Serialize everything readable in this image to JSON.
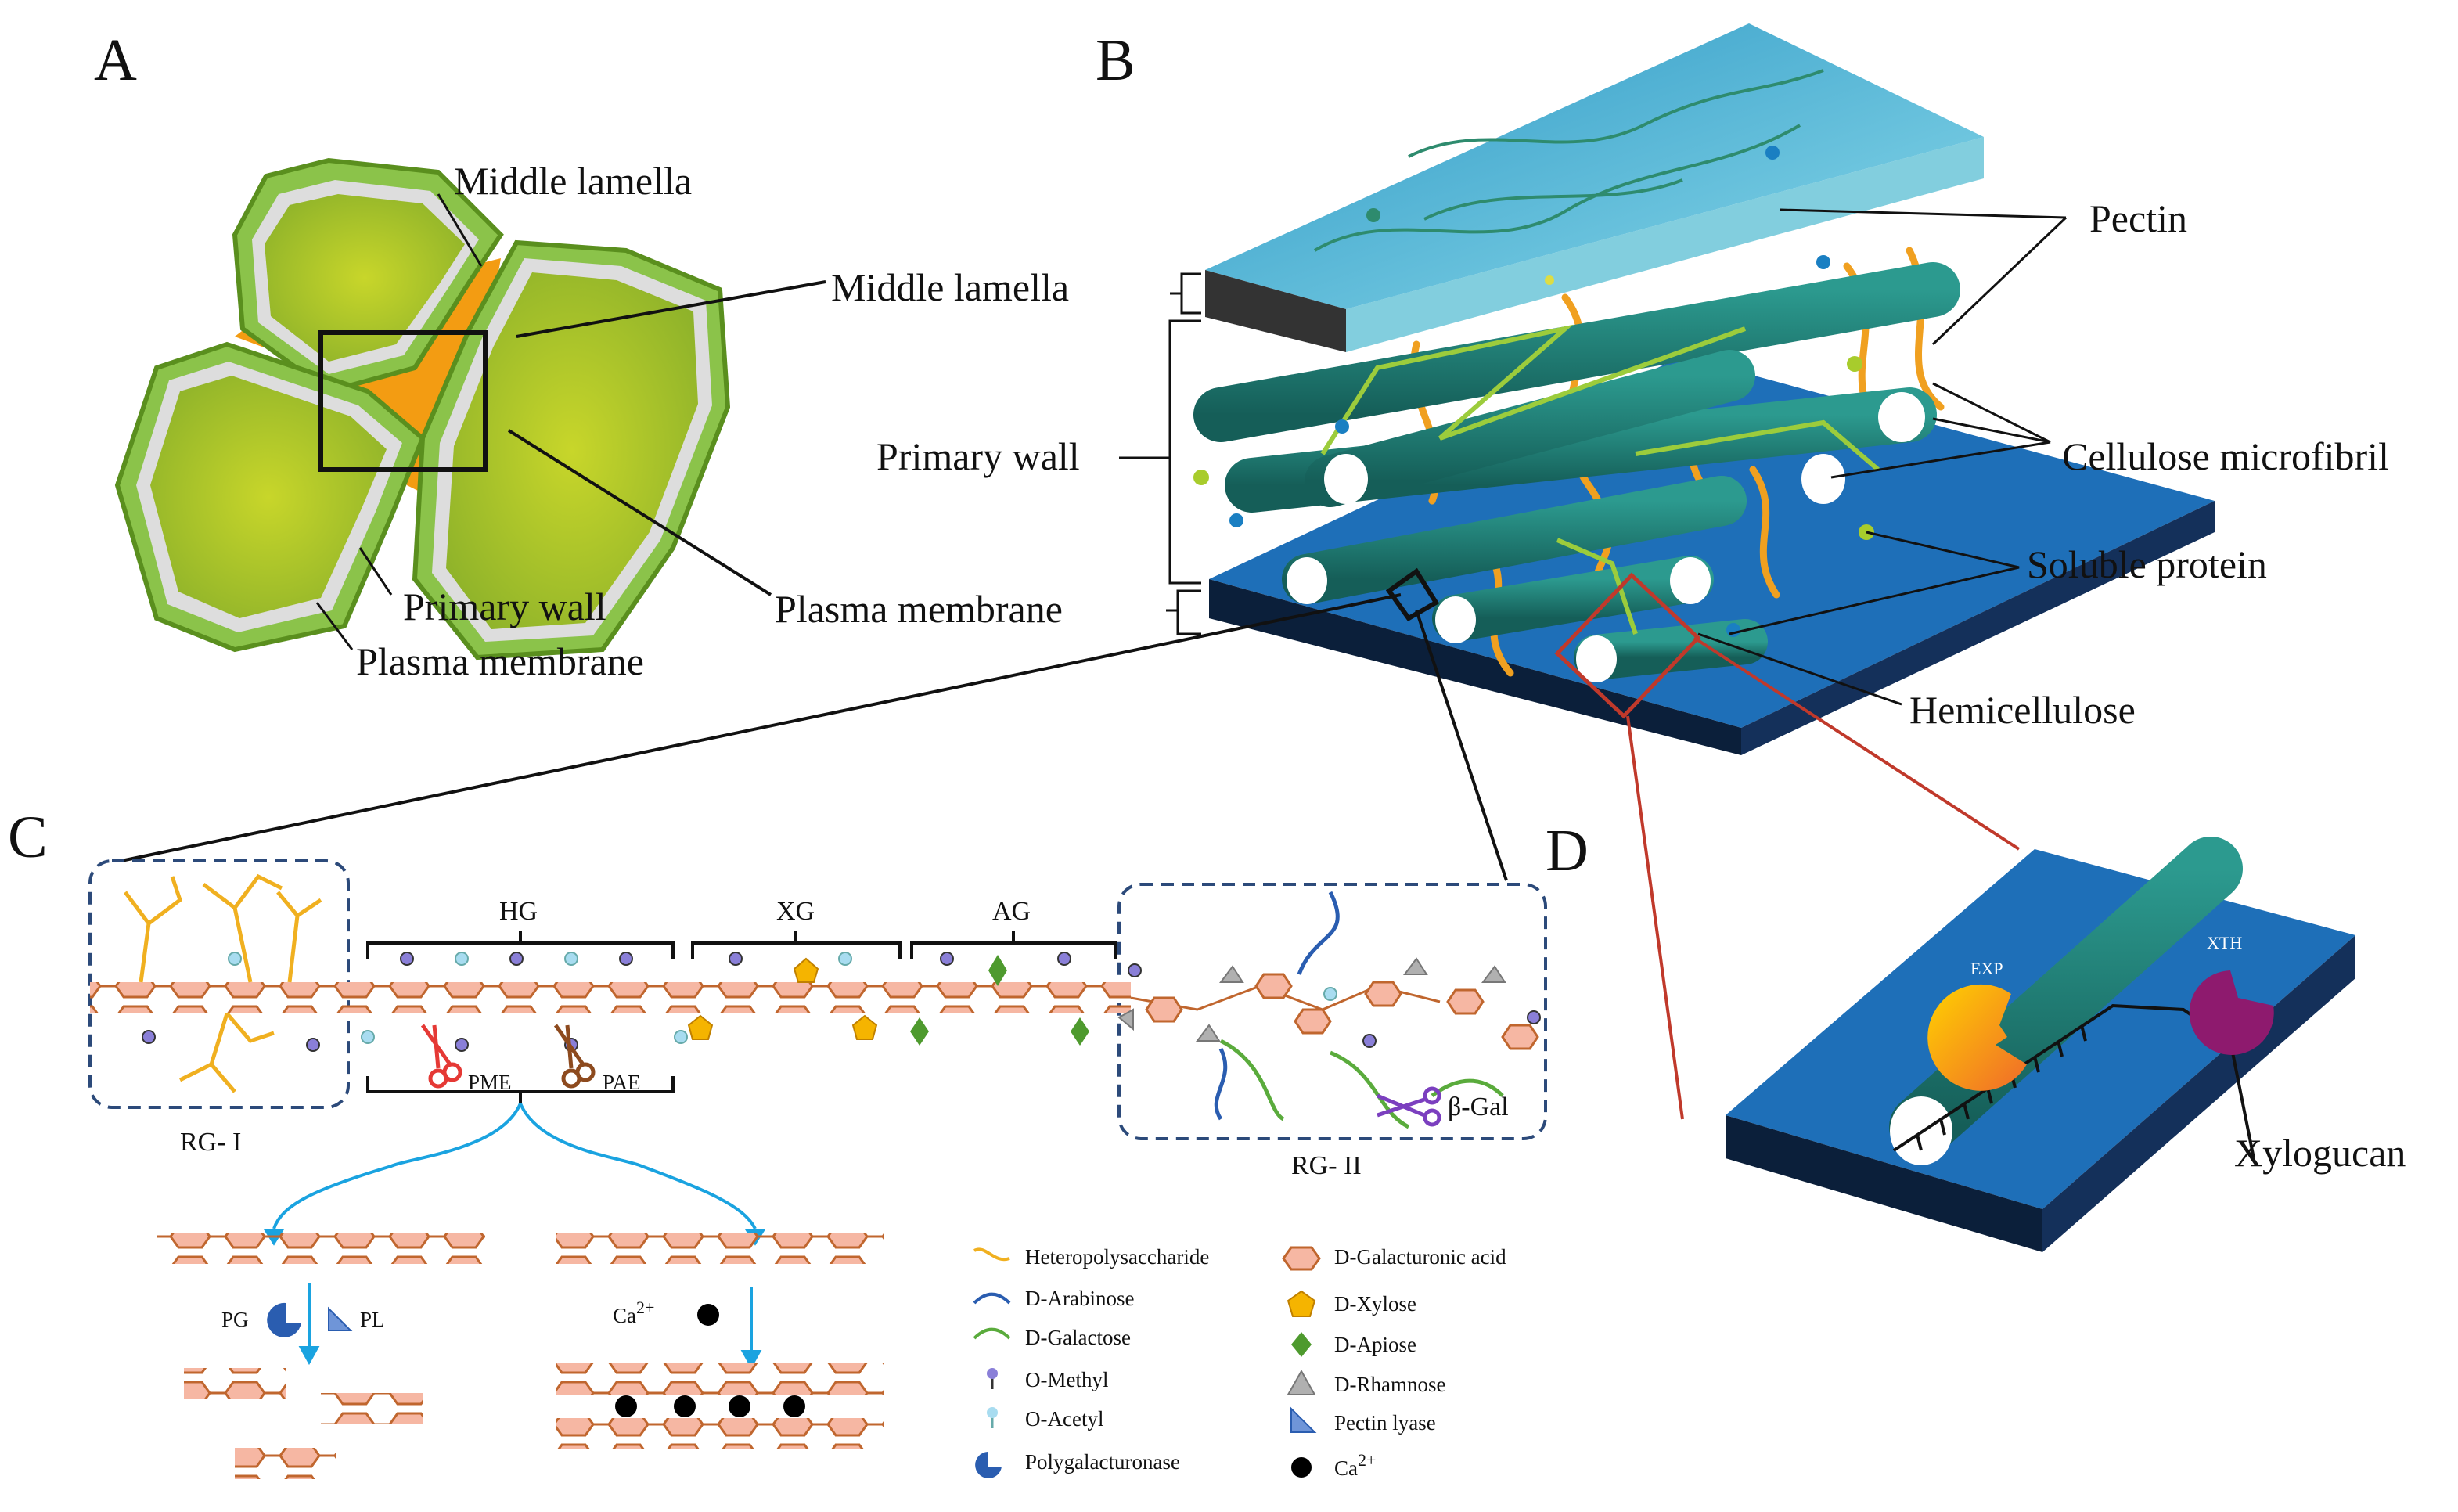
{
  "panels": {
    "a": "A",
    "b": "B",
    "c": "C",
    "d": "D"
  },
  "panel_a": {
    "middle_lamella_top": "Middle lamella",
    "primary_wall": "Primary wall",
    "plasma_membrane": "Plasma membrane"
  },
  "panel_b": {
    "middle_lamella": "Middle lamella",
    "primary_wall": "Primary wall",
    "plasma_membrane": "Plasma membrane",
    "pectin": "Pectin",
    "cellulose_microfibril": "Cellulose microfibril",
    "soluble_protein": "Soluble protein",
    "hemicellulose": "Hemicellulose"
  },
  "panel_c": {
    "rg1": "RG- I",
    "rg2": "RG- II",
    "hg": "HG",
    "xg": "XG",
    "ag": "AG",
    "pme": "PME",
    "pae": "PAE",
    "beta_gal": "β-Gal",
    "pg": "PG",
    "pl": "PL",
    "ca": "Ca",
    "ca_sup": "2+"
  },
  "legend": {
    "heteropolysaccharide": "Heteropolysaccharide",
    "d_arabinose": "D-Arabinose",
    "d_galactose": "D-Galactose",
    "o_methyl": "O-Methyl",
    "o_acetyl": "O-Acetyl",
    "polygalacturonase": "Polygalacturonase",
    "d_galacturonic_acid": "D-Galacturonic acid",
    "d_xylose": "D-Xylose",
    "d_apiose": "D-Apiose",
    "d_rhamnose": "D-Rhamnose",
    "pectin_lyase": "Pectin lyase",
    "ca": "Ca",
    "ca_sup": "2+"
  },
  "panel_d": {
    "exp": "EXP",
    "xth": "XTH",
    "xylogucan": "Xylogucan"
  },
  "colors": {
    "cell_green": "#7cb342",
    "middle_lamella": "#f39c12",
    "slab_top": "#1e6fb8",
    "slab_side": "#0b1f3a",
    "glass": "#4fb3d9",
    "fibril": "#1f7a72",
    "pectin": "#f0a020",
    "hexagon": "#f6b7a3",
    "hexagon_stroke": "#c0662e",
    "arabinose": "#2a5db0",
    "galactose": "#5aab3c",
    "xylose": "#f5b400",
    "apiose": "#4e9a2e",
    "rhamnose": "#b0b0b0",
    "pme": "#e53935",
    "pae": "#8d4a1e",
    "beta_gal": "#7b3fbf",
    "xth": "#8e1a6e",
    "red_box": "#c0392b"
  }
}
